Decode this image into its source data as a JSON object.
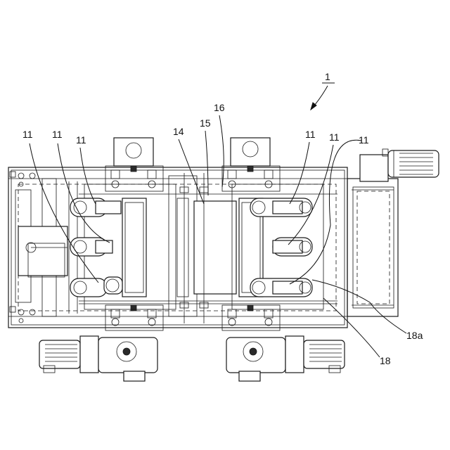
{
  "figure": {
    "ref_numeral": "1",
    "labels": {
      "plate_a": "11",
      "plate_b": "11",
      "plate_c": "11",
      "plate_d": "11",
      "plate_e": "11",
      "plate_f": "11",
      "part_14": "14",
      "part_15": "15",
      "part_16": "16",
      "part_18": "18",
      "part_18a": "18a"
    }
  }
}
